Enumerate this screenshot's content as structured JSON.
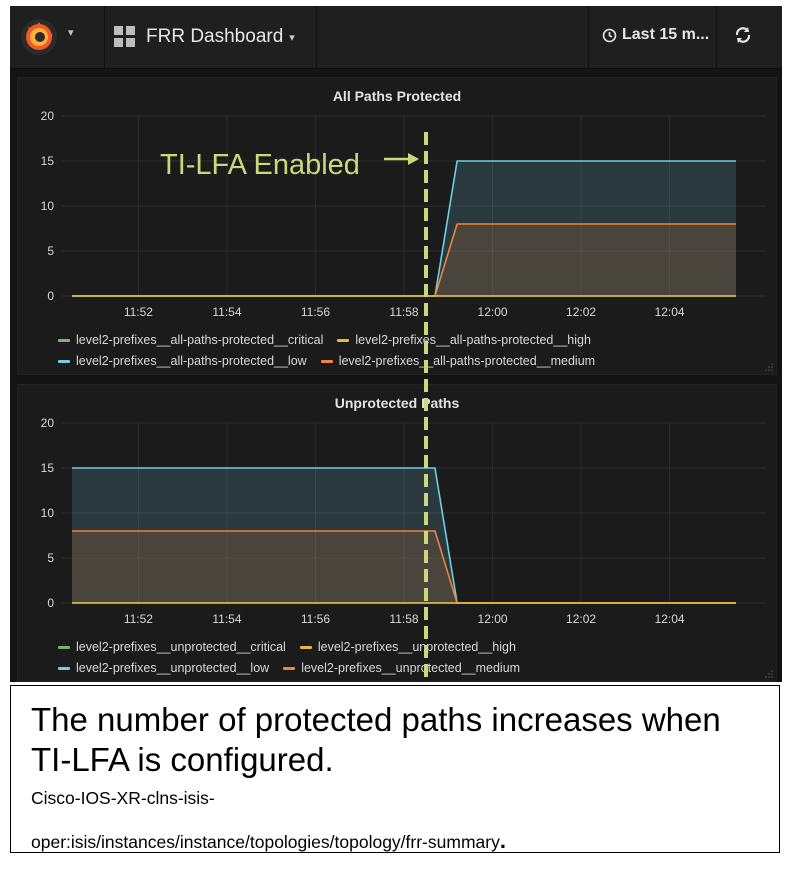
{
  "topbar": {
    "dashboard_title": "FRR Dashboard",
    "time_range": "Last 15 m..."
  },
  "annotation": {
    "label": "TI-LFA Enabled"
  },
  "colors": {
    "critical": "#7eb26d",
    "high": "#eab839",
    "low": "#6ed0e0",
    "medium": "#ef843c",
    "annotation": "#c9d97a"
  },
  "chart_data": [
    {
      "type": "area",
      "title": "All Paths Protected",
      "x_tick_labels": [
        "11:52",
        "11:54",
        "11:56",
        "11:58",
        "12:00",
        "12:02",
        "12:04"
      ],
      "y_tick_labels": [
        "0",
        "5",
        "10",
        "15",
        "20"
      ],
      "ylim": [
        0,
        20
      ],
      "x_unit": "minutes",
      "x": [
        "11:50.5",
        "11:58.7",
        "11:59.2",
        "12:05.5"
      ],
      "series": [
        {
          "name": "level2-prefixes__all-paths-protected__critical",
          "color_key": "critical",
          "values": [
            0,
            0,
            0,
            0
          ]
        },
        {
          "name": "level2-prefixes__all-paths-protected__high",
          "color_key": "high",
          "values": [
            0,
            0,
            0,
            0
          ]
        },
        {
          "name": "level2-prefixes__all-paths-protected__low",
          "color_key": "low",
          "values": [
            0,
            0,
            15,
            15
          ]
        },
        {
          "name": "level2-prefixes__all-paths-protected__medium",
          "color_key": "medium",
          "values": [
            0,
            0,
            8,
            8
          ]
        }
      ],
      "legend": "bottom",
      "grid": true
    },
    {
      "type": "area",
      "title": "Unprotected Paths",
      "x_tick_labels": [
        "11:52",
        "11:54",
        "11:56",
        "11:58",
        "12:00",
        "12:02",
        "12:04"
      ],
      "y_tick_labels": [
        "0",
        "5",
        "10",
        "15",
        "20"
      ],
      "ylim": [
        0,
        20
      ],
      "x": [
        "11:50.5",
        "11:58.7",
        "11:59.2",
        "12:05.5"
      ],
      "series": [
        {
          "name": "level2-prefixes__unprotected__critical",
          "color_key": "critical",
          "values": [
            0,
            0,
            0,
            0
          ]
        },
        {
          "name": "level2-prefixes__unprotected__high",
          "color_key": "high",
          "values": [
            0,
            0,
            0,
            0
          ]
        },
        {
          "name": "level2-prefixes__unprotected__low",
          "color_key": "low",
          "values": [
            15,
            15,
            0,
            0
          ]
        },
        {
          "name": "level2-prefixes__unprotected__medium",
          "color_key": "medium",
          "values": [
            8,
            8,
            0,
            0
          ]
        }
      ],
      "legend": "bottom",
      "grid": true
    }
  ],
  "caption": {
    "main": "The number of protected paths increases when TI-LFA is configured.",
    "sub_line1": "Cisco-IOS-XR-clns-isis-",
    "sub_line2": "oper:isis/instances/instance/topologies/topology/frr-summary",
    "sub_end": "."
  }
}
